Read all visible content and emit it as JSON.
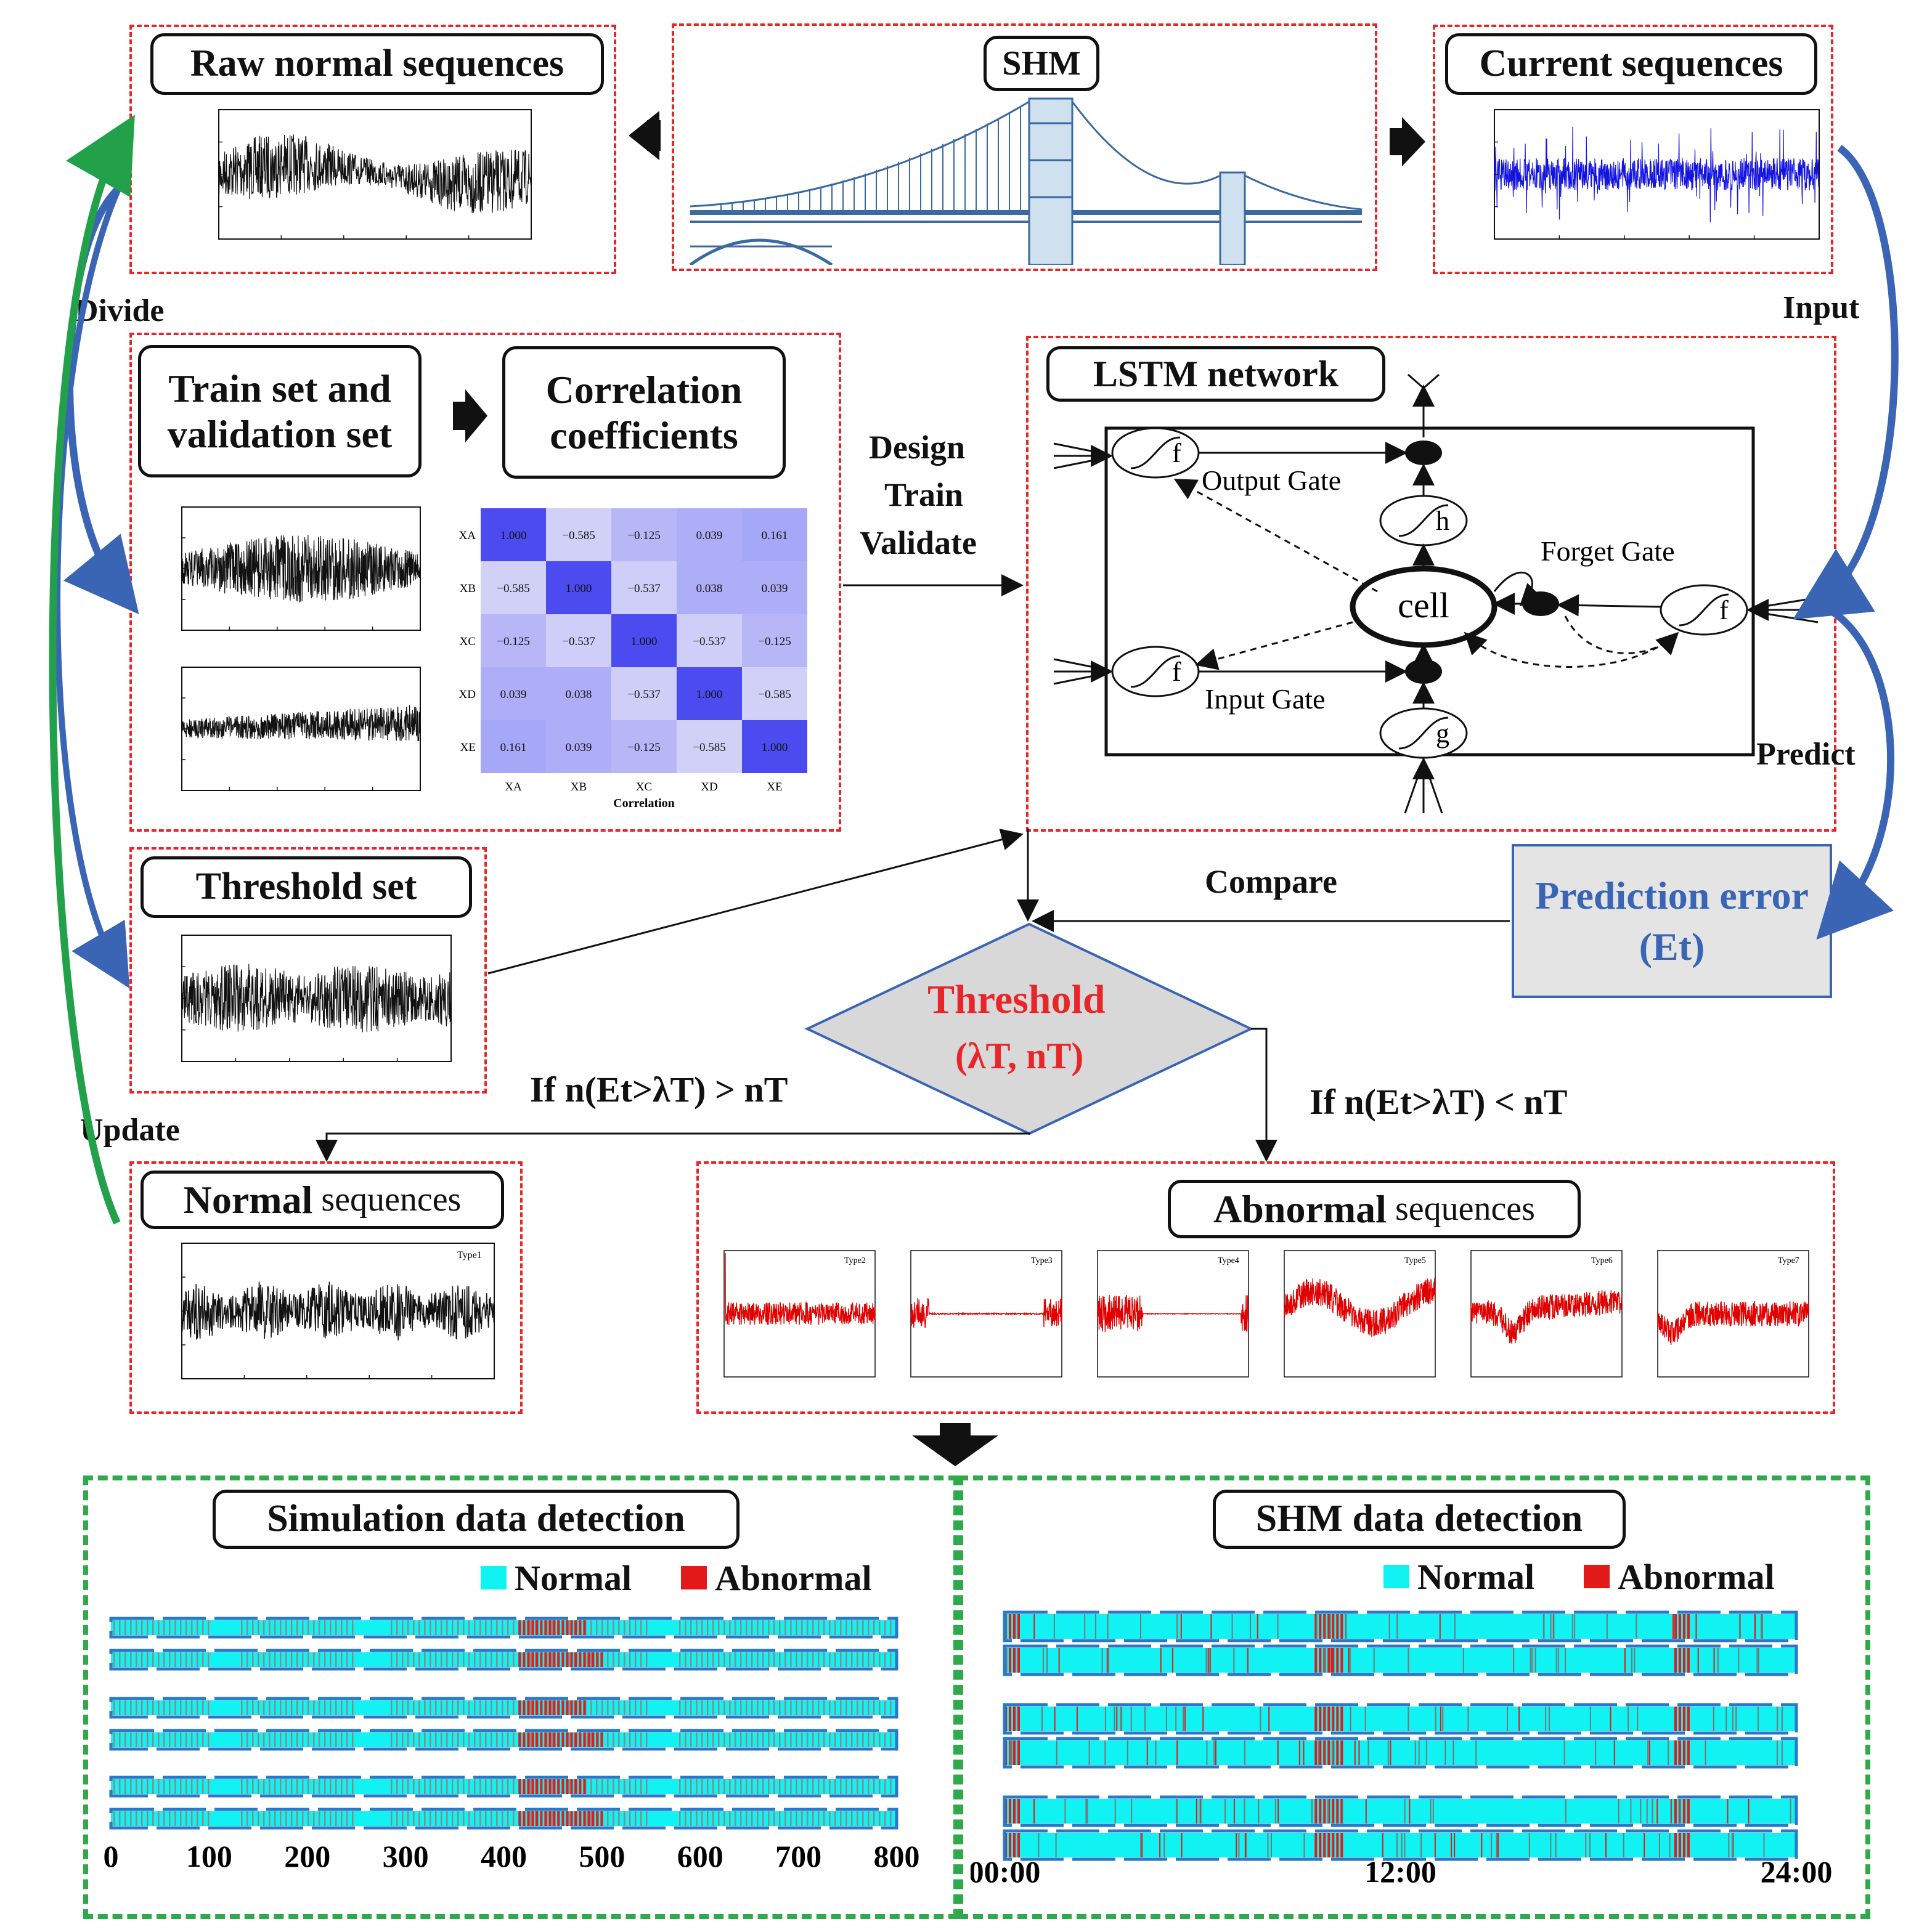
{
  "panels": {
    "raw_normal": {
      "title": "Raw normal sequences"
    },
    "shm": {
      "title": "SHM"
    },
    "current": {
      "title": "Current sequences"
    },
    "train": {
      "title_line1": "Train set and",
      "title_line2": "validation set"
    },
    "correlation": {
      "title_line1": "Correlation",
      "title_line2": "coefficients",
      "xlabel": "Correlation"
    },
    "lstm": {
      "title": "LSTM network"
    },
    "threshold_set": {
      "title": "Threshold set"
    },
    "normal": {
      "title_bold": "Normal",
      "title_rest": " sequences",
      "legend": "Type1"
    },
    "abnormal": {
      "title_bold": "Abnormal",
      "title_rest": " sequences",
      "types": [
        "Type2",
        "Type3",
        "Type4",
        "Type5",
        "Type6",
        "Type7"
      ]
    }
  },
  "flow_labels": {
    "divide": "Divide",
    "input": "Input",
    "update": "Update",
    "predict": "Predict",
    "design": "Design",
    "train": "Train",
    "validate": "Validate",
    "compare": "Compare",
    "cond_gt": "If n(Et>λT) > nT",
    "cond_lt": "If n(Et>λT) < nT"
  },
  "lstm_labels": {
    "cell": "cell",
    "output_gate": "Output Gate",
    "forget_gate": "Forget Gate",
    "input_gate": "Input Gate",
    "f": "f",
    "h": "h",
    "g": "g"
  },
  "prediction_error": {
    "line1": "Prediction error",
    "line2": "(Et)"
  },
  "threshold": {
    "line1": "Threshold",
    "line2": "(λT,  nT)"
  },
  "chart_data": [
    {
      "type": "heatmap",
      "title": "Correlation coefficients",
      "xlabel": "Correlation",
      "categories": [
        "XA",
        "XB",
        "XC",
        "XD",
        "XE"
      ],
      "values": [
        [
          1.0,
          -0.585,
          -0.125,
          0.039,
          0.161
        ],
        [
          -0.585,
          1.0,
          -0.537,
          0.038,
          0.039
        ],
        [
          -0.125,
          -0.537,
          1.0,
          -0.537,
          -0.125
        ],
        [
          0.039,
          0.038,
          -0.537,
          1.0,
          -0.585
        ],
        [
          0.161,
          0.039,
          -0.125,
          -0.585,
          1.0
        ]
      ]
    }
  ],
  "detection": {
    "simulation": {
      "title": "Simulation data detection",
      "legend_normal": "Normal",
      "legend_abnormal": "Abnormal",
      "x_ticks": [
        "0",
        "100",
        "200",
        "300",
        "400",
        "500",
        "600",
        "700",
        "800"
      ],
      "abnormal_interval": [
        415,
        500
      ]
    },
    "shm": {
      "title": "SHM data detection",
      "legend_normal": "Normal",
      "legend_abnormal": "Abnormal",
      "x_ticks": [
        "00:00",
        "12:00",
        "24:00"
      ],
      "abnormal_intervals_hours": [
        [
          0,
          0.4
        ],
        [
          9.4,
          10.2
        ],
        [
          20.3,
          20.8
        ]
      ]
    }
  },
  "colors": {
    "dash_red": "#e8262a",
    "dash_green": "#2eaa4a",
    "arrow_blue": "#3a64b4",
    "arrow_green": "#22a04a",
    "normal_cyan": "#11f2f2",
    "abnormal_red": "#e21a1a",
    "signal_blue": "#1414e0",
    "signal_red": "#e00000"
  }
}
